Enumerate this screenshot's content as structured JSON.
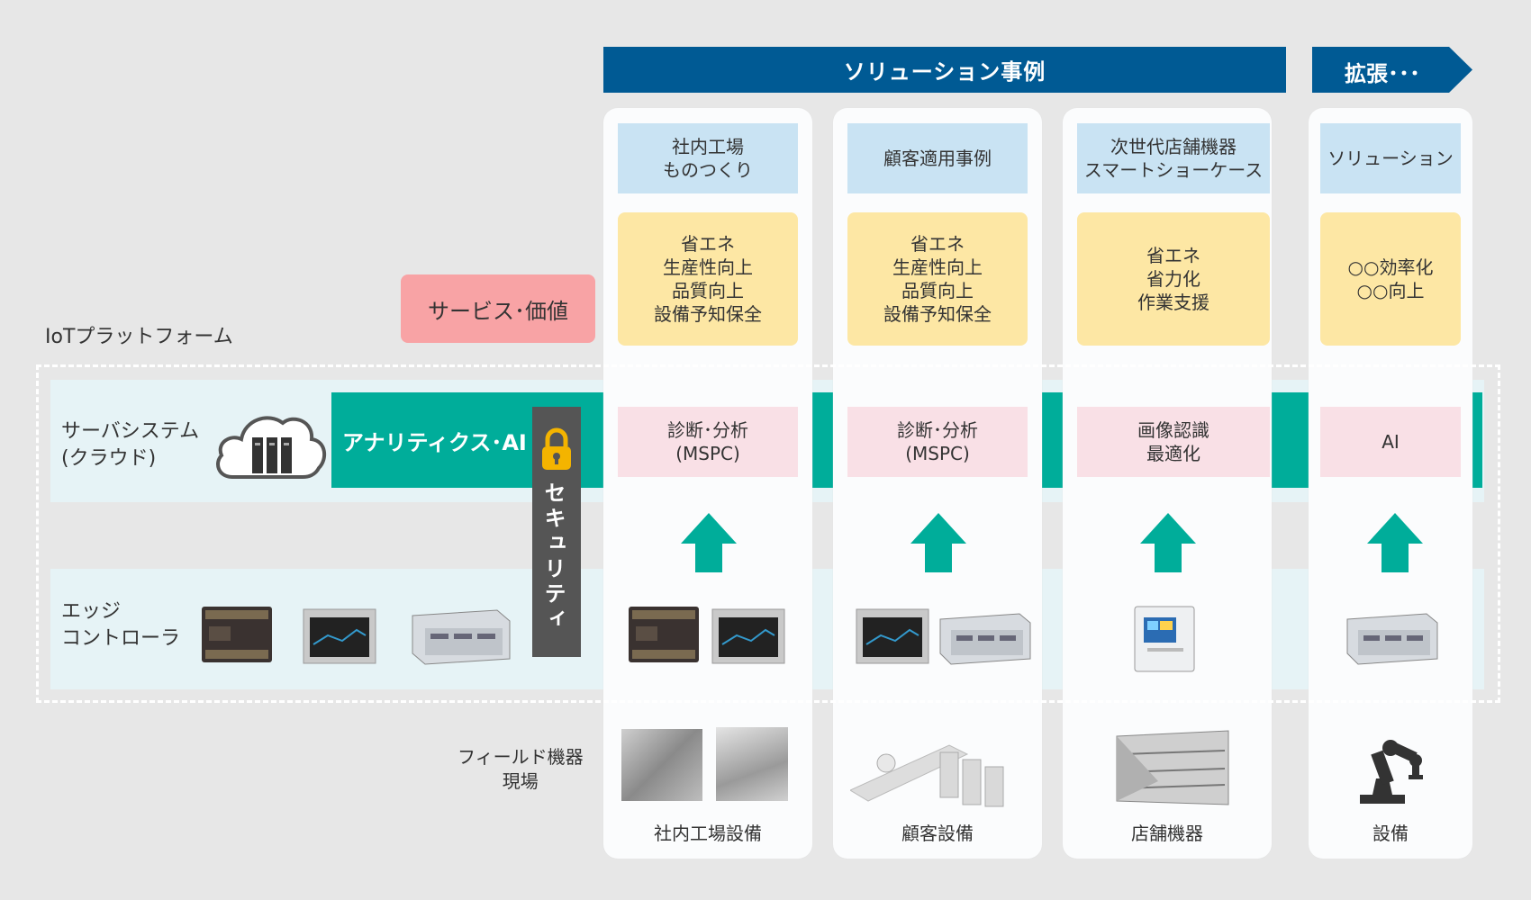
{
  "header": {
    "title": "ソリューション事例",
    "extension": "拡張･･･"
  },
  "left": {
    "platform_label": "IoTプラットフォーム",
    "service_value": "サービス･価値",
    "server_system": "サーバシステム\n(クラウド)",
    "edge_controller": "エッジ\nコントローラ",
    "analytics": "アナリティクス･AI",
    "security": "セキュリティ",
    "field": "フィールド機器\n現場"
  },
  "columns": [
    {
      "title": "社内工場\nものつくり",
      "value": "省エネ\n生産性向上\n品質向上\n設備予知保全",
      "analysis": "診断･分析\n(MSPC)",
      "equipment": "社内工場設備"
    },
    {
      "title": "顧客適用事例",
      "value": "省エネ\n生産性向上\n品質向上\n設備予知保全",
      "analysis": "診断･分析\n(MSPC)",
      "equipment": "顧客設備"
    },
    {
      "title": "次世代店舗機器\nスマートショーケース",
      "value": "省エネ\n省力化\n作業支援",
      "analysis": "画像認識\n最適化",
      "equipment": "店舗機器"
    },
    {
      "title": "ソリューション",
      "value": "○○効率化\n○○向上",
      "analysis": "AI",
      "equipment": "設備"
    }
  ],
  "colors": {
    "header": "#005a94",
    "analytics": "#00ad9a",
    "arrow": "#00ad9a",
    "service": "#f8a3a5",
    "value_box": "#fde7a4",
    "title_box": "#c9e3f3",
    "analysis_box": "#f9e0e6",
    "band": "#e6f3f6",
    "security": "#555555"
  },
  "icons": [
    "cloud-server-icon",
    "lock-icon",
    "up-arrow-icon",
    "robot-arm-icon"
  ]
}
